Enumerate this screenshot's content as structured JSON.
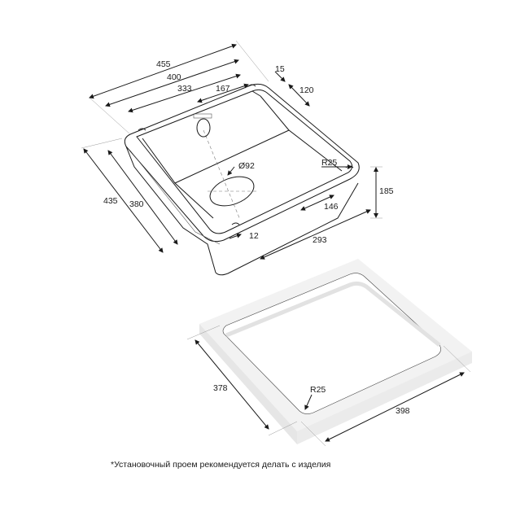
{
  "sink": {
    "dims": {
      "overall_width": "455",
      "inner_width": "400",
      "bowl_width": "333",
      "half_width": "167",
      "rim_thickness": "15",
      "rim_depth": "120",
      "overall_depth": "435",
      "inner_depth": "380",
      "drain_diameter": "Ø92",
      "corner_radius": "R25",
      "height": "185",
      "drain_offset": "146",
      "notch": "12",
      "bottom_length": "293"
    }
  },
  "cutout": {
    "dims": {
      "depth": "378",
      "width": "398",
      "corner_radius": "R25"
    }
  },
  "footnote": "*Установочный проем рекомендуется делать с изделия"
}
